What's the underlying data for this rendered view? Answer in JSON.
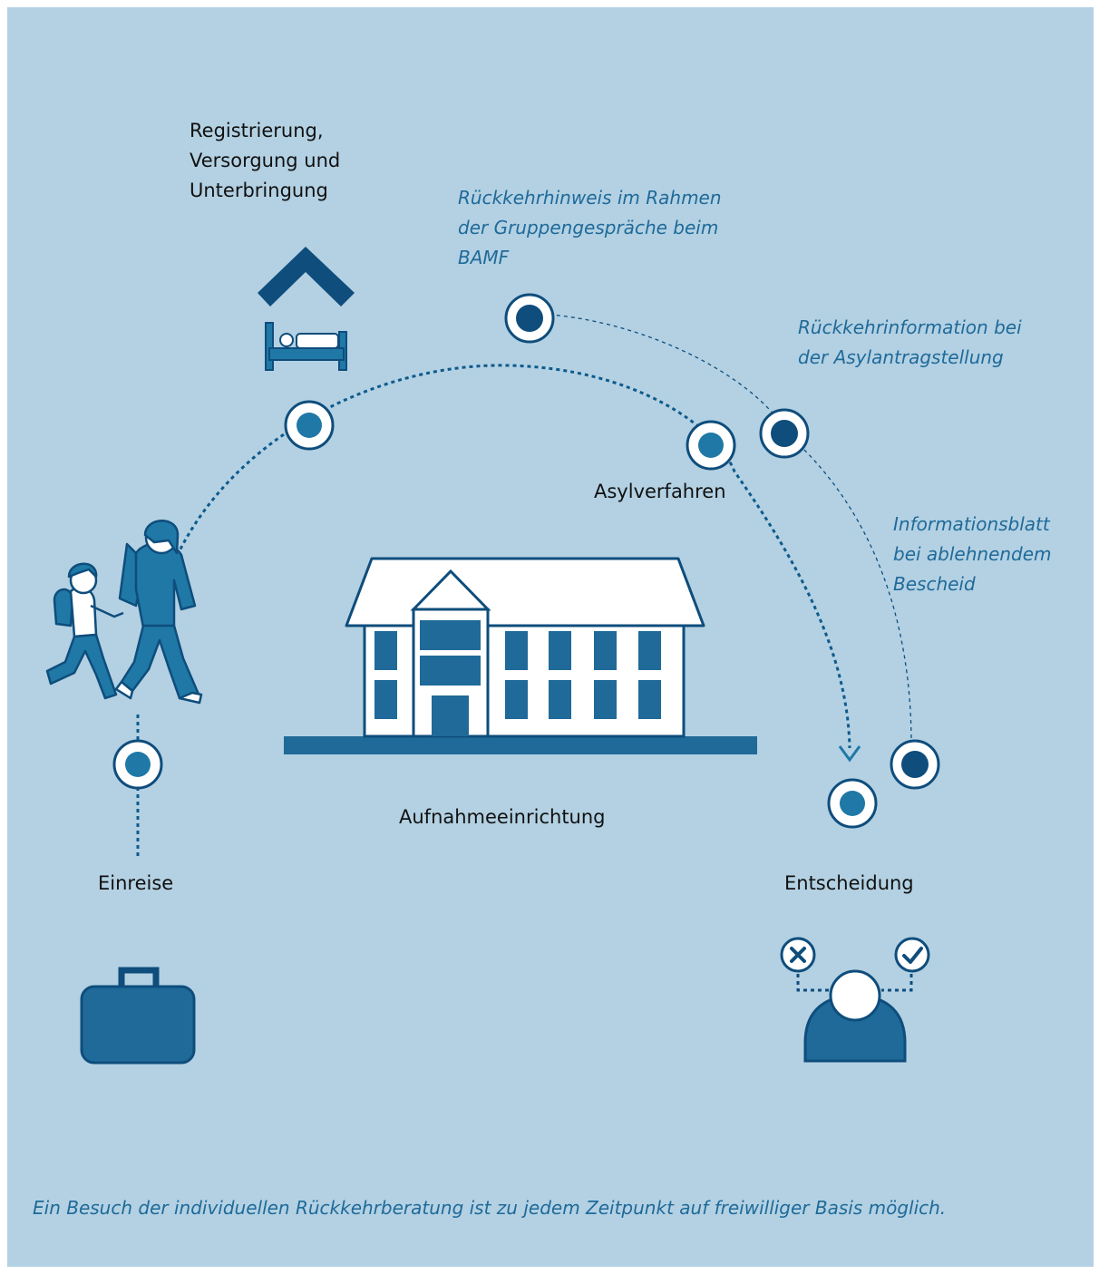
{
  "labels": {
    "registrierung": [
      "Registrierung,",
      "Versorgung und",
      "Unterbringung"
    ],
    "asylverfahren": "Asylverfahren",
    "aufnahme": "Aufnahmeeinrichtung",
    "einreise": "Einreise",
    "entscheidung": "Entscheidung"
  },
  "notes": {
    "gruppengespraeche": [
      "Rückkehrhinweis im Rahmen",
      "der Gruppengespräche beim",
      "BAMF"
    ],
    "asylantrag": [
      "Rückkehrinformation bei",
      "der Asylantragstellung"
    ],
    "informationsblatt": [
      "Informationsblatt",
      "bei ablehnendem",
      "Bescheid"
    ],
    "footer": "Ein Besuch der individuellen Rückkehrberatung ist zu jedem Zeitpunkt auf freiwilliger Basis möglich."
  },
  "colors": {
    "background": "#b3d1e3",
    "mid_blue": "#1f78a6",
    "dark_blue": "#0e4d7c",
    "text": "#111111",
    "accent_text": "#1f6a99"
  },
  "icons": [
    "house-bed-icon",
    "family-walking-icon",
    "building-icon",
    "suitcase-icon",
    "decision-person-icon",
    "reject-icon",
    "approve-icon"
  ]
}
